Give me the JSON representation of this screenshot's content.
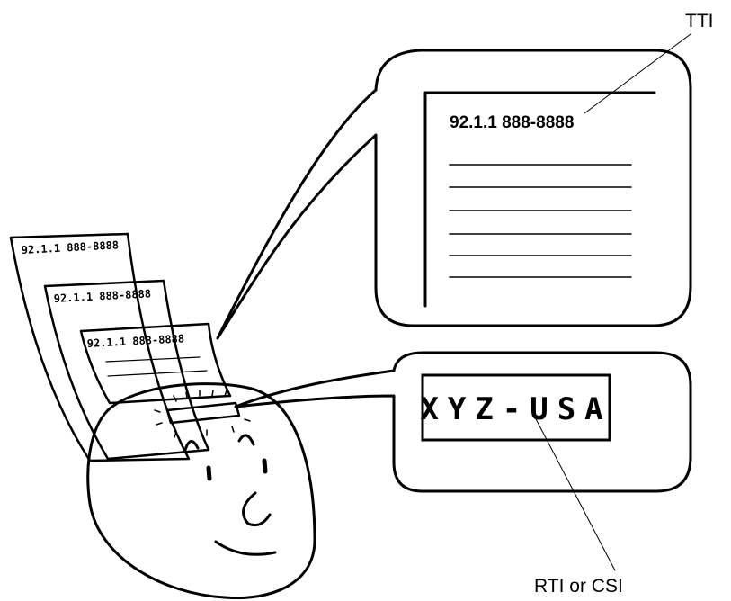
{
  "labels": {
    "tti": "TTI",
    "rti_csi": "RTI or CSI"
  },
  "document_header": "92.1.1  888-8888",
  "display_text": "XYZ-USA",
  "sheets": [
    {
      "header": "92.1.1 888-8888"
    },
    {
      "header": "92.1.1 888-8888"
    },
    {
      "header": "92.1.1 888-8888"
    }
  ]
}
